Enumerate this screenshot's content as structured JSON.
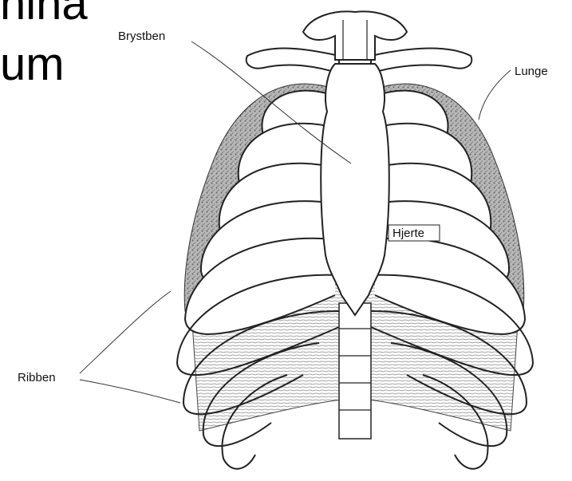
{
  "slide": {
    "line1": "nina",
    "line2": "um"
  },
  "labels": {
    "brystben": "Brystben",
    "lunge": "Lunge",
    "hjerte": "Hjerte",
    "ribben": "Ribben"
  }
}
